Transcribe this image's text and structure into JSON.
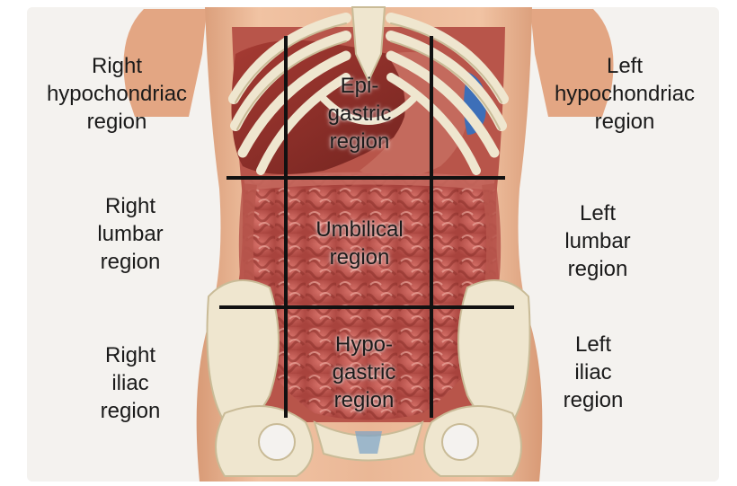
{
  "regions": {
    "right_hypochondriac": [
      "Right",
      "hypochondriac",
      "region"
    ],
    "epigastric": [
      "Epi-",
      "gastric",
      "region"
    ],
    "left_hypochondriac": [
      "Left",
      "hypochondriac",
      "region"
    ],
    "right_lumbar": [
      "Right",
      "lumbar",
      "region"
    ],
    "umbilical": [
      "Umbilical",
      "region"
    ],
    "left_lumbar": [
      "Left",
      "lumbar",
      "region"
    ],
    "right_iliac": [
      "Right",
      "iliac",
      "region"
    ],
    "hypogastric": [
      "Hypo-",
      "gastric",
      "region"
    ],
    "left_iliac": [
      "Left",
      "iliac",
      "region"
    ]
  },
  "colors": {
    "skin": "#e9b28f",
    "skin_shadow": "#c98361",
    "muscle": "#b5433b",
    "liver": "#8e2f2a",
    "intestine": "#c9605a",
    "intestine_dark": "#9a3c37",
    "bone": "#efe6cf",
    "bone_shadow": "#c9bb97",
    "spleen": "#3d6fb8",
    "grid_line": "#111111"
  }
}
